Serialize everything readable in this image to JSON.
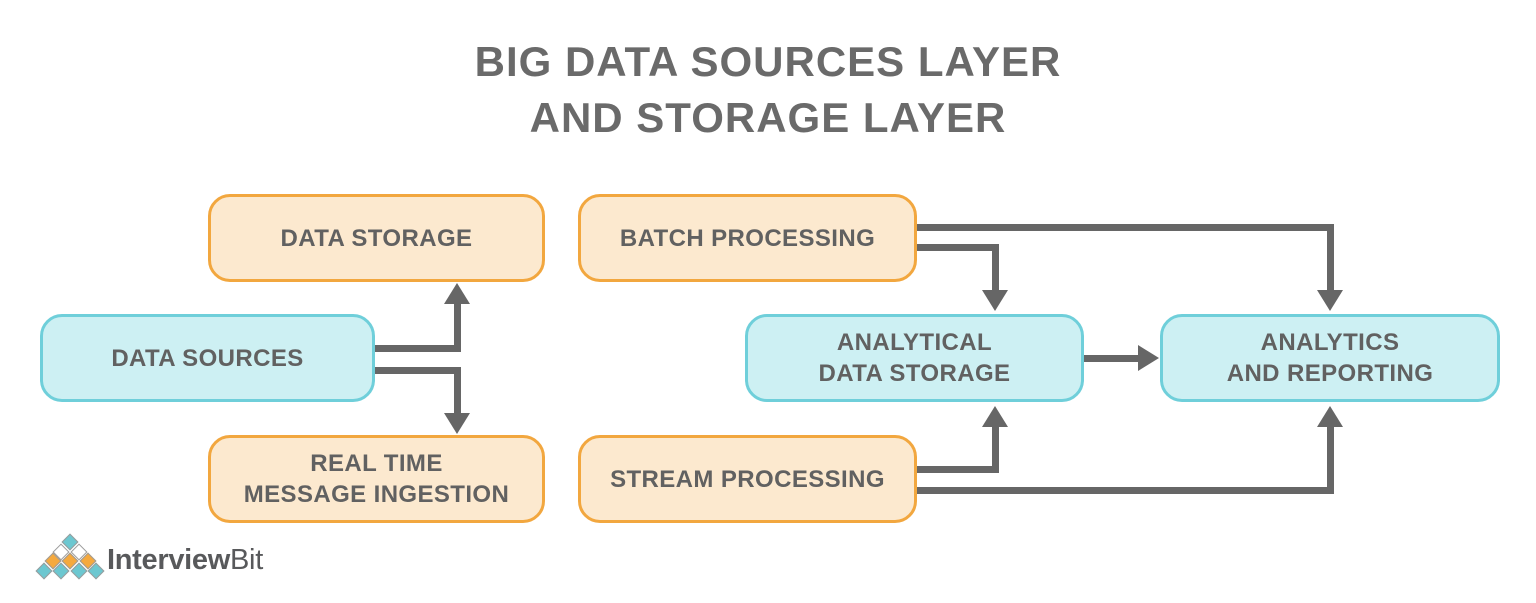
{
  "title": {
    "line1": "BIG DATA SOURCES LAYER",
    "line2": "AND STORAGE LAYER"
  },
  "colors": {
    "orange_border": "#F2A73F",
    "orange_fill": "#FCE9CF",
    "teal_border": "#6FCFDA",
    "teal_fill": "#CDF0F3",
    "arrow": "#666666",
    "title_text": "#6A6A6A",
    "node_text": "#616161",
    "logo_text": "#58595B",
    "logo_orange": "#F5A93E",
    "logo_teal": "#6CC7D0",
    "logo_diamond_border": "#9B9B9B"
  },
  "diagram": {
    "nodes": [
      {
        "id": "data-storage",
        "label": "DATA STORAGE",
        "style": "orange"
      },
      {
        "id": "batch-processing",
        "label": "BATCH PROCESSING",
        "style": "orange"
      },
      {
        "id": "data-sources",
        "label": "DATA SOURCES",
        "style": "cyan"
      },
      {
        "id": "analytical-data-storage",
        "label": "ANALYTICAL\nDATA STORAGE",
        "style": "cyan"
      },
      {
        "id": "analytics-and-reporting",
        "label": "ANALYTICS\nAND REPORTING",
        "style": "cyan"
      },
      {
        "id": "real-time-message-ingestion",
        "label": "REAL TIME\nMESSAGE INGESTION",
        "style": "orange"
      },
      {
        "id": "stream-processing",
        "label": "STREAM PROCESSING",
        "style": "orange"
      }
    ],
    "edges": [
      {
        "from": "data-sources",
        "to": "data-storage"
      },
      {
        "from": "data-sources",
        "to": "real-time-message-ingestion"
      },
      {
        "from": "batch-processing",
        "to": "analytical-data-storage"
      },
      {
        "from": "batch-processing",
        "to": "analytics-and-reporting"
      },
      {
        "from": "stream-processing",
        "to": "analytical-data-storage"
      },
      {
        "from": "stream-processing",
        "to": "analytics-and-reporting"
      },
      {
        "from": "analytical-data-storage",
        "to": "analytics-and-reporting"
      }
    ]
  },
  "logo": {
    "brand_bold": "Interview",
    "brand_light": "Bit",
    "pyramid_rows": [
      "t",
      "ww",
      "ooo",
      "tttt"
    ]
  }
}
